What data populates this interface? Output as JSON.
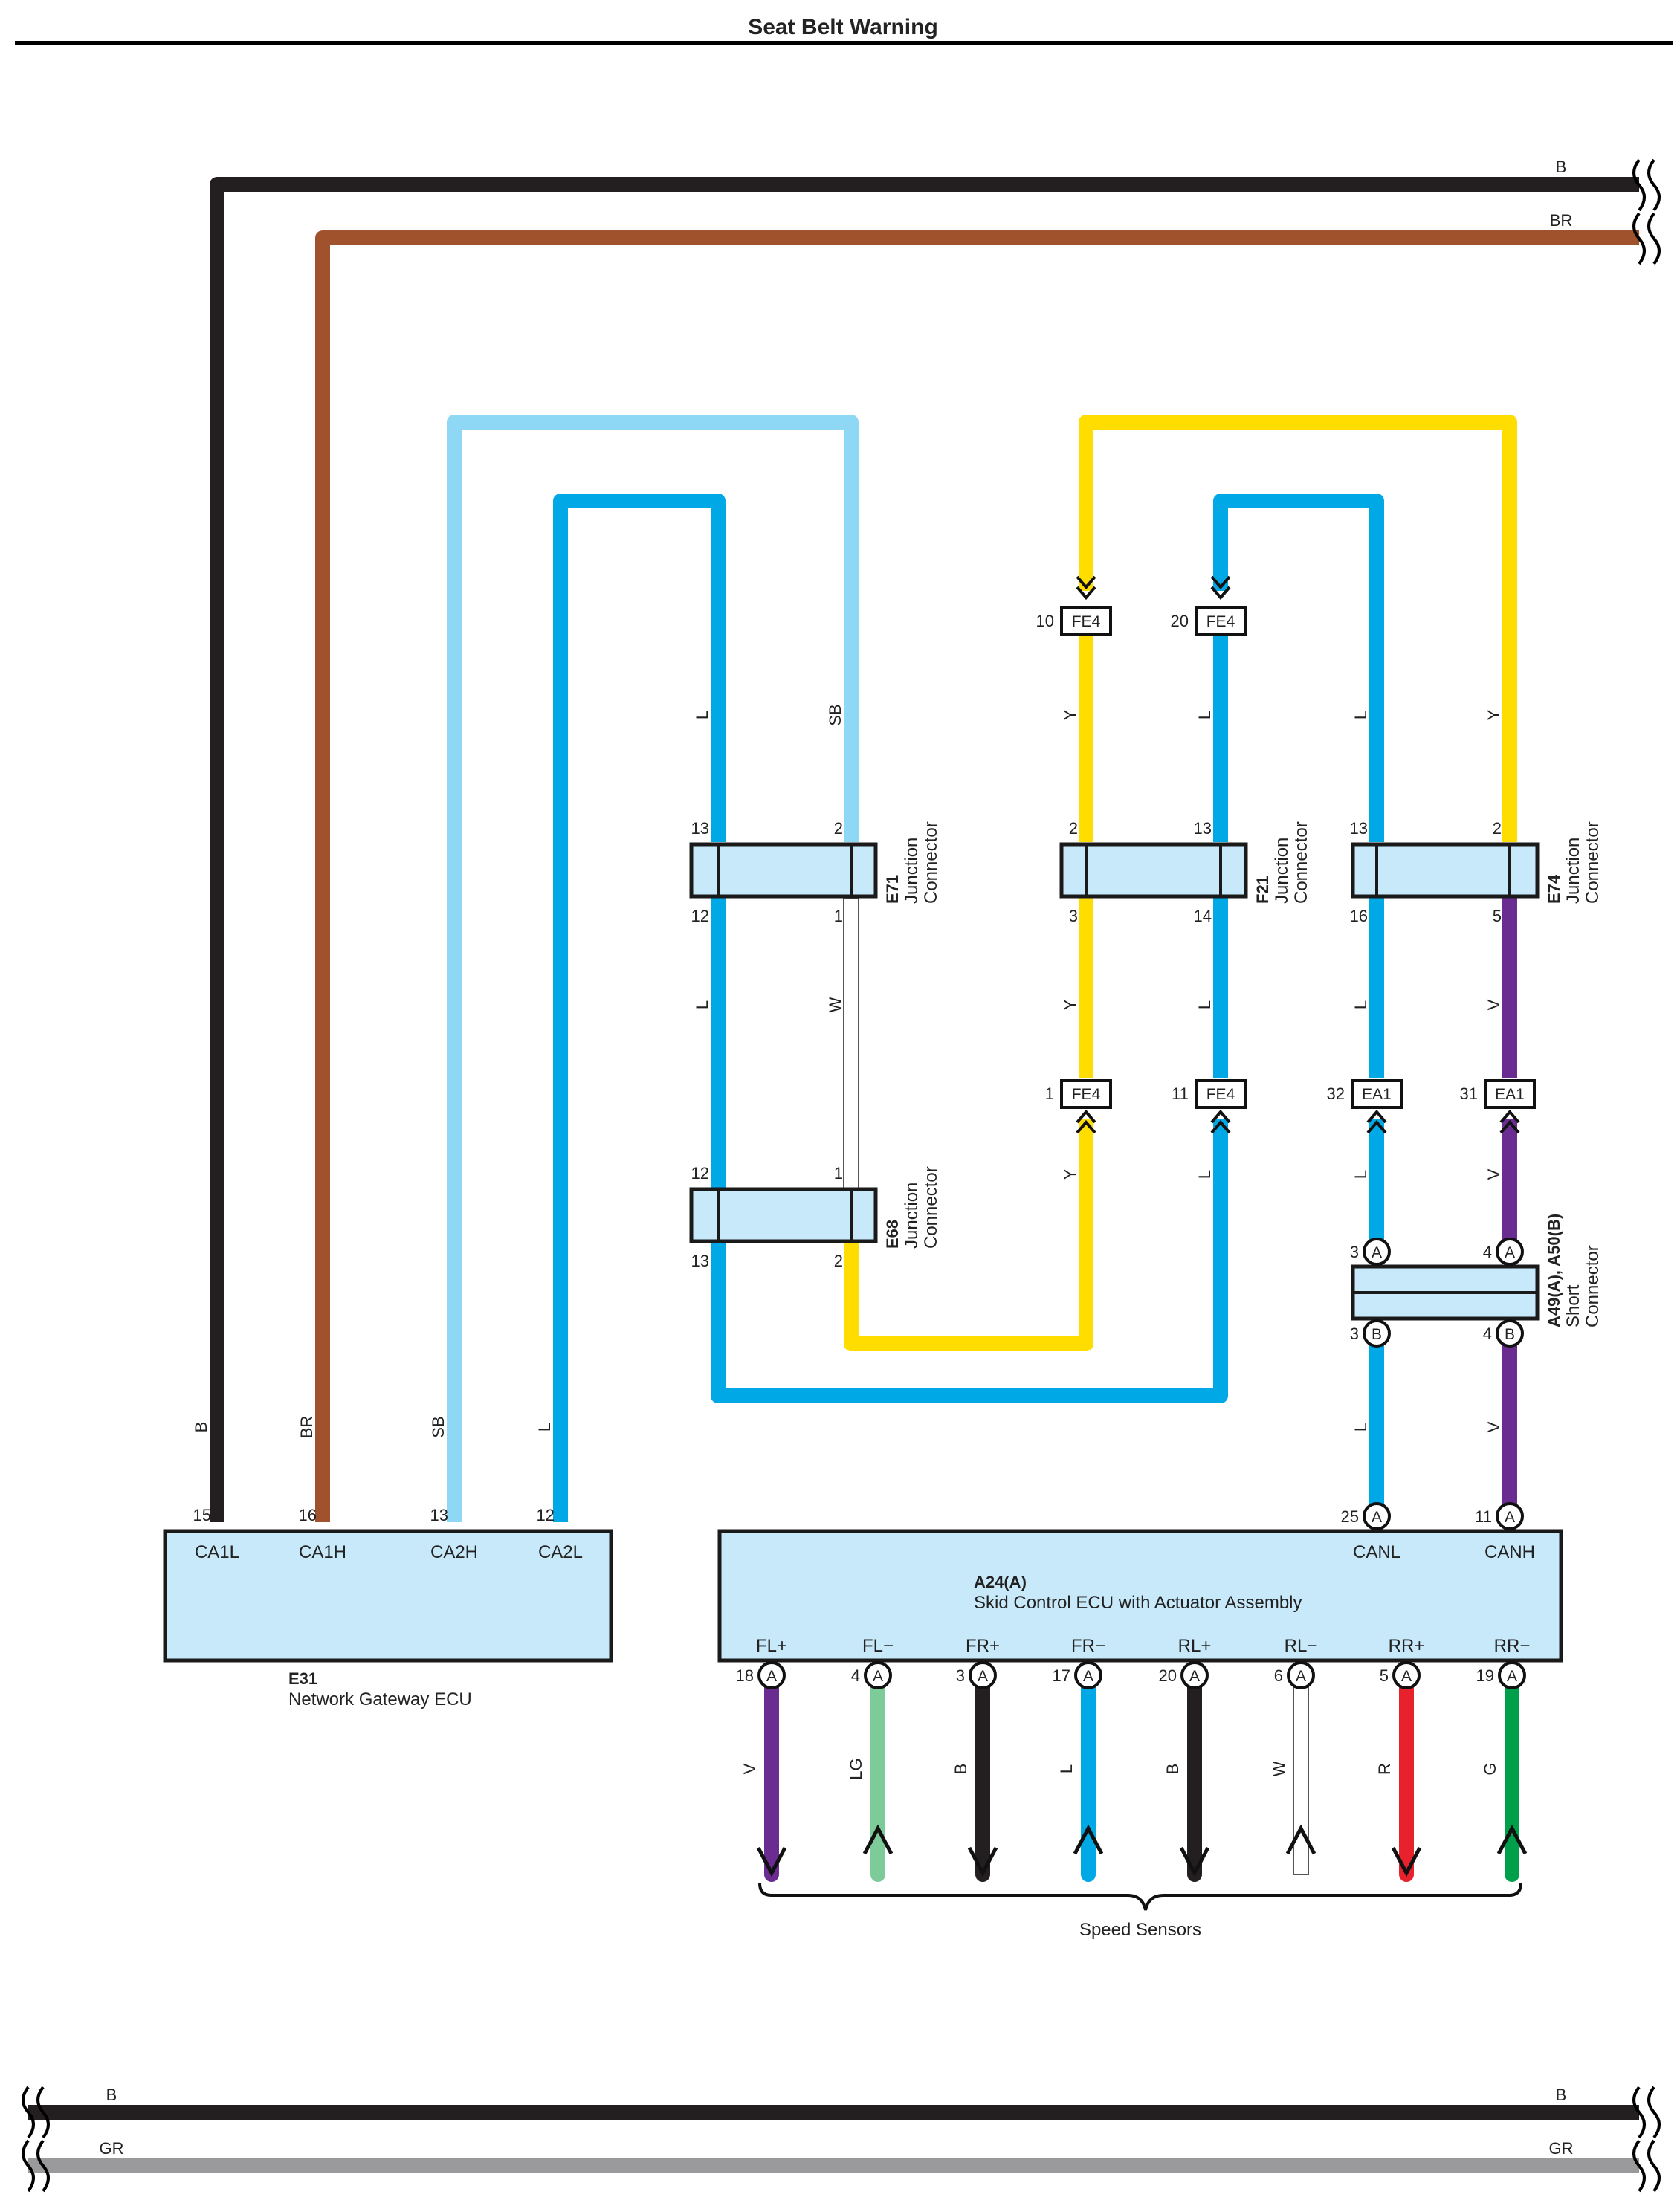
{
  "title": "Seat Belt Warning",
  "colors": {
    "B": "#231f20",
    "BR": "#a0522d",
    "SB": "#8fd8f5",
    "L": "#00a8e6",
    "Y": "#ffdd00",
    "V": "#6a2c91",
    "LG": "#7ecb9a",
    "R": "#e8222d",
    "G": "#00a04b",
    "W": "#ffffff",
    "GR": "#9a9a9c",
    "box_fill": "#c8e9fa"
  },
  "top_wires": {
    "b": "B",
    "br": "BR"
  },
  "bottom_wires": {
    "b_left": "B",
    "b_right": "B",
    "gr_left": "GR",
    "gr_right": "GR"
  },
  "components": {
    "e31": {
      "code": "E31",
      "name": "Network Gateway ECU",
      "pins": [
        {
          "num": "15",
          "name": "CA1L",
          "wire": "B"
        },
        {
          "num": "16",
          "name": "CA1H",
          "wire": "BR"
        },
        {
          "num": "13",
          "name": "CA2H",
          "wire": "SB"
        },
        {
          "num": "12",
          "name": "CA2L",
          "wire": "L"
        }
      ]
    },
    "a24": {
      "code": "A24(A)",
      "name": "Skid Control ECU with Actuator Assembly",
      "top_pins": [
        {
          "num": "25",
          "name": "CANL",
          "conn": "A"
        },
        {
          "num": "11",
          "name": "CANH",
          "conn": "A"
        }
      ],
      "bottom_pins": [
        {
          "num": "18",
          "name": "FL+",
          "conn": "A",
          "wire": "V"
        },
        {
          "num": "4",
          "name": "FL−",
          "conn": "A",
          "wire": "LG"
        },
        {
          "num": "3",
          "name": "FR+",
          "conn": "A",
          "wire": "B"
        },
        {
          "num": "17",
          "name": "FR−",
          "conn": "A",
          "wire": "L"
        },
        {
          "num": "20",
          "name": "RL+",
          "conn": "A",
          "wire": "B"
        },
        {
          "num": "6",
          "name": "RL−",
          "conn": "A",
          "wire": "W"
        },
        {
          "num": "5",
          "name": "RR+",
          "conn": "A",
          "wire": "R"
        },
        {
          "num": "19",
          "name": "RR−",
          "conn": "A",
          "wire": "G"
        }
      ],
      "speed_sensors": "Speed Sensors"
    },
    "e71": {
      "code": "E71",
      "line1": "Junction",
      "line2": "Connector",
      "pins": {
        "tl": "13",
        "tr": "2",
        "bl": "12",
        "br": "1"
      }
    },
    "e68": {
      "code": "E68",
      "line1": "Junction",
      "line2": "Connector",
      "pins": {
        "tl": "12",
        "tr": "1",
        "bl": "13",
        "br": "2"
      }
    },
    "f21": {
      "code": "F21",
      "line1": "Junction",
      "line2": "Connector",
      "pins": {
        "tl": "2",
        "tr": "13",
        "bl": "3",
        "br": "14"
      }
    },
    "e74": {
      "code": "E74",
      "line1": "Junction",
      "line2": "Connector",
      "pins": {
        "tl": "13",
        "tr": "2",
        "bl": "16",
        "br": "5"
      }
    },
    "short": {
      "code": "A49(A), A50(B)",
      "line1": "Short",
      "line2": "Connector",
      "top": [
        {
          "num": "3",
          "conn": "A"
        },
        {
          "num": "4",
          "conn": "A"
        }
      ],
      "bottom": [
        {
          "num": "3",
          "conn": "B"
        },
        {
          "num": "4",
          "conn": "B"
        }
      ]
    }
  },
  "inline_connectors": [
    {
      "num": "10",
      "code": "FE4"
    },
    {
      "num": "20",
      "code": "FE4"
    },
    {
      "num": "1",
      "code": "FE4"
    },
    {
      "num": "11",
      "code": "FE4"
    },
    {
      "num": "32",
      "code": "EA1"
    },
    {
      "num": "31",
      "code": "EA1"
    }
  ],
  "wire_labels": {
    "e31_b": "B",
    "e31_br": "BR",
    "e31_sb": "SB",
    "e31_l": "L",
    "c1_upper": "L",
    "c1_mid": "L",
    "c2_upper": "SB",
    "c2_mid": "W",
    "c3_upper": "Y",
    "c3_mid": "Y",
    "c3_lower": "Y",
    "c4_upper": "L",
    "c4_mid": "L",
    "c4_lower": "L",
    "c5_upper": "L",
    "c5_mid": "L",
    "c5_lower1": "L",
    "c5_lower2": "L",
    "c6_upper": "Y",
    "c6_mid": "V",
    "c6_lower1": "V",
    "c6_lower2": "V"
  }
}
